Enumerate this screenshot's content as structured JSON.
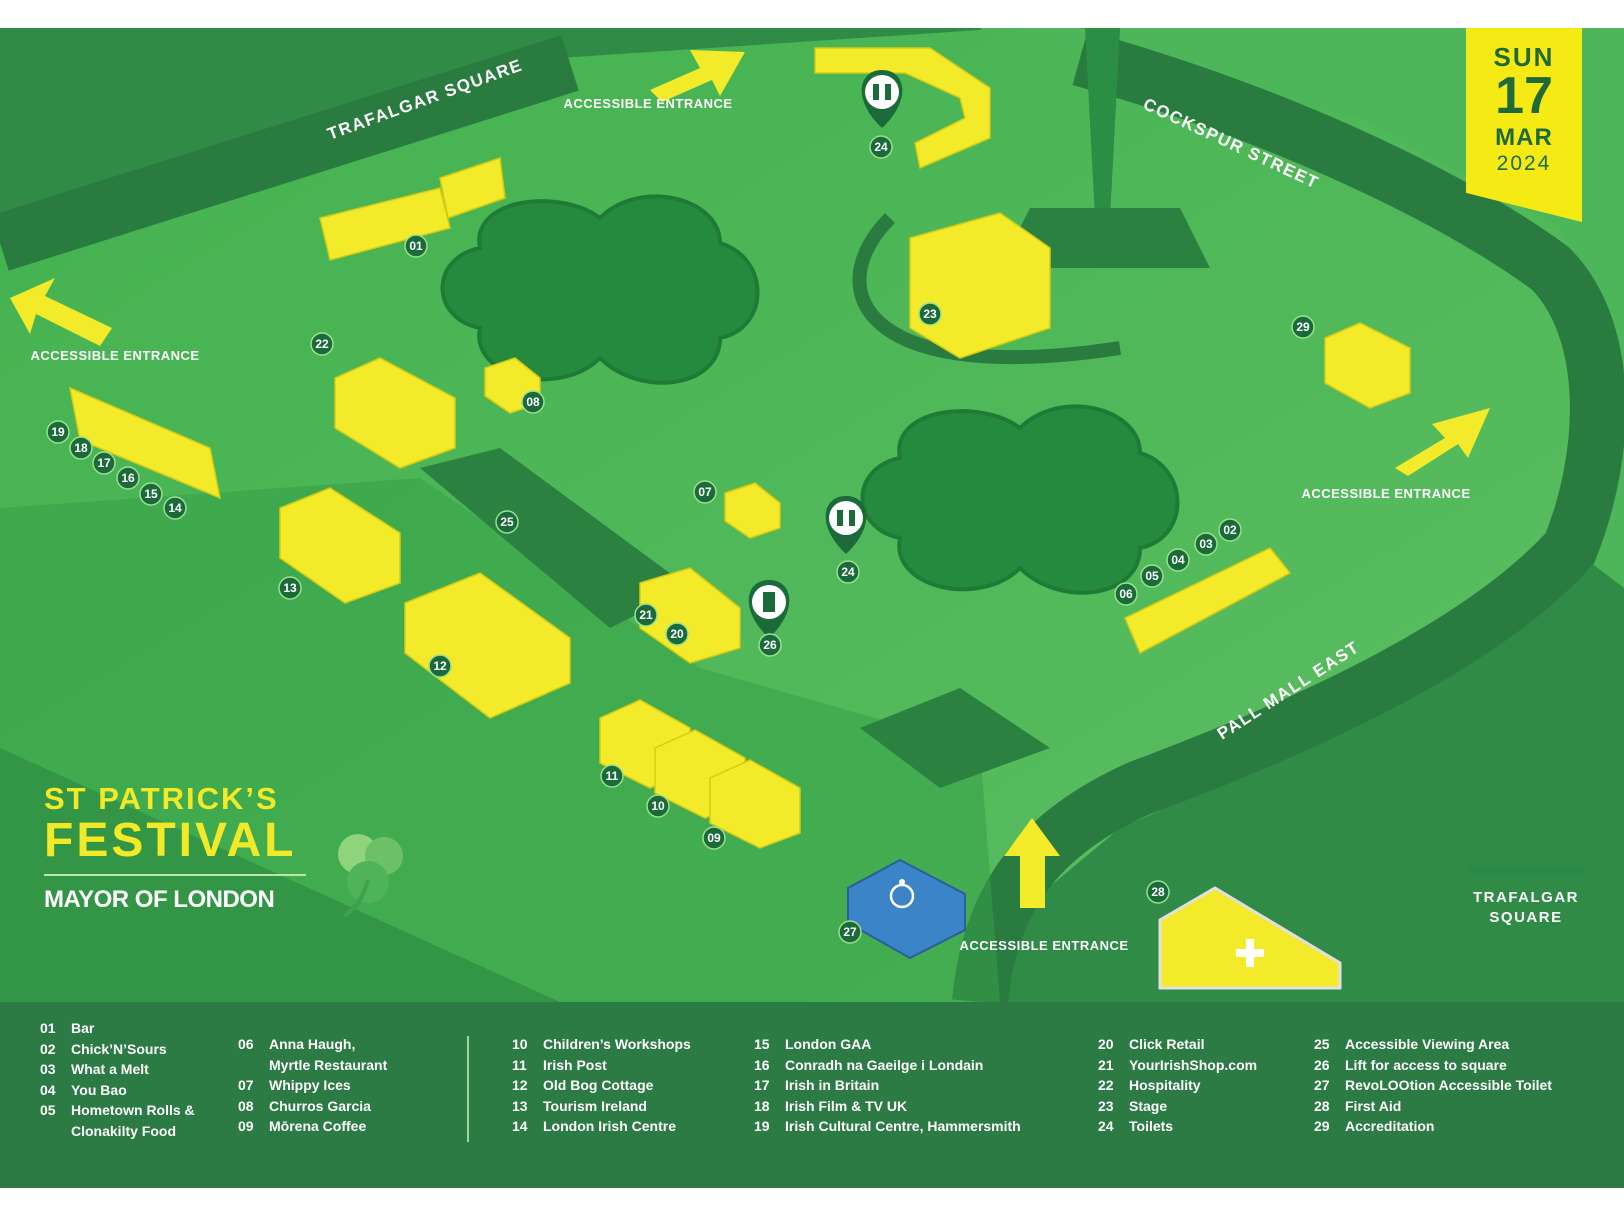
{
  "event": {
    "title_line1": "ST PATRICK’S",
    "title_line2": "FESTIVAL",
    "organizer": "MAYOR OF LONDON"
  },
  "date_badge": {
    "day": "SUN",
    "date": "17",
    "month": "MAR",
    "year": "2024"
  },
  "streets": [
    {
      "name": "TRAFALGAR SQUARE"
    },
    {
      "name": "COCKSPUR STREET"
    },
    {
      "name": "PALL MALL EAST"
    }
  ],
  "corner_label": "TRAFALGAR SQUARE",
  "entrances": [
    {
      "label": "ACCESSIBLE ENTRANCE"
    },
    {
      "label": "ACCESSIBLE ENTRANCE"
    },
    {
      "label": "ACCESSIBLE ENTRANCE"
    },
    {
      "label": "ACCESSIBLE ENTRANCE"
    }
  ],
  "markers": [
    "01",
    "02",
    "03",
    "04",
    "05",
    "06",
    "07",
    "08",
    "09",
    "10",
    "11",
    "12",
    "13",
    "14",
    "15",
    "16",
    "17",
    "18",
    "19",
    "20",
    "21",
    "22",
    "23",
    "24",
    "24",
    "25",
    "26",
    "27",
    "28",
    "29"
  ],
  "map_icons": [
    "toilets-icon",
    "toilets-icon",
    "lift-icon",
    "accessible-icon",
    "first-aid-icon"
  ],
  "colors": {
    "grass": "#3ca94b",
    "road": "#2b7a43",
    "yellow": "#f3ea2a",
    "marker": "#1b6b3a",
    "legend_bg": "#2c7a44"
  },
  "legend": [
    [
      {
        "num": "01",
        "name": "Bar"
      },
      {
        "num": "02",
        "name": "Chick’N’Sours"
      },
      {
        "num": "03",
        "name": "What a Melt"
      },
      {
        "num": "04",
        "name": "You Bao"
      },
      {
        "num": "05",
        "name": "Hometown Rolls &\nClonakilty Food"
      }
    ],
    [
      {
        "num": "06",
        "name": "Anna Haugh,\nMyrtle Restaurant"
      },
      {
        "num": "07",
        "name": "Whippy Ices"
      },
      {
        "num": "08",
        "name": "Churros Garcia"
      },
      {
        "num": "09",
        "name": "Mōrena Coffee"
      }
    ],
    [
      {
        "num": "10",
        "name": "Children’s Workshops"
      },
      {
        "num": "11",
        "name": "Irish Post"
      },
      {
        "num": "12",
        "name": "Old Bog Cottage"
      },
      {
        "num": "13",
        "name": "Tourism Ireland"
      },
      {
        "num": "14",
        "name": "London Irish Centre"
      }
    ],
    [
      {
        "num": "15",
        "name": "London GAA"
      },
      {
        "num": "16",
        "name": "Conradh na Gaeilge i Londain"
      },
      {
        "num": "17",
        "name": "Irish in Britain"
      },
      {
        "num": "18",
        "name": "Irish Film & TV UK"
      },
      {
        "num": "19",
        "name": "Irish Cultural Centre, Hammersmith"
      }
    ],
    [
      {
        "num": "20",
        "name": "Click Retail"
      },
      {
        "num": "21",
        "name": "YourIrishShop.com"
      },
      {
        "num": "22",
        "name": "Hospitality"
      },
      {
        "num": "23",
        "name": "Stage"
      },
      {
        "num": "24",
        "name": "Toilets"
      }
    ],
    [
      {
        "num": "25",
        "name": "Accessible Viewing Area"
      },
      {
        "num": "26",
        "name": "Lift for access to square"
      },
      {
        "num": "27",
        "name": "RevoLOOtion Accessible Toilet"
      },
      {
        "num": "28",
        "name": "First Aid"
      },
      {
        "num": "29",
        "name": "Accreditation"
      }
    ]
  ]
}
